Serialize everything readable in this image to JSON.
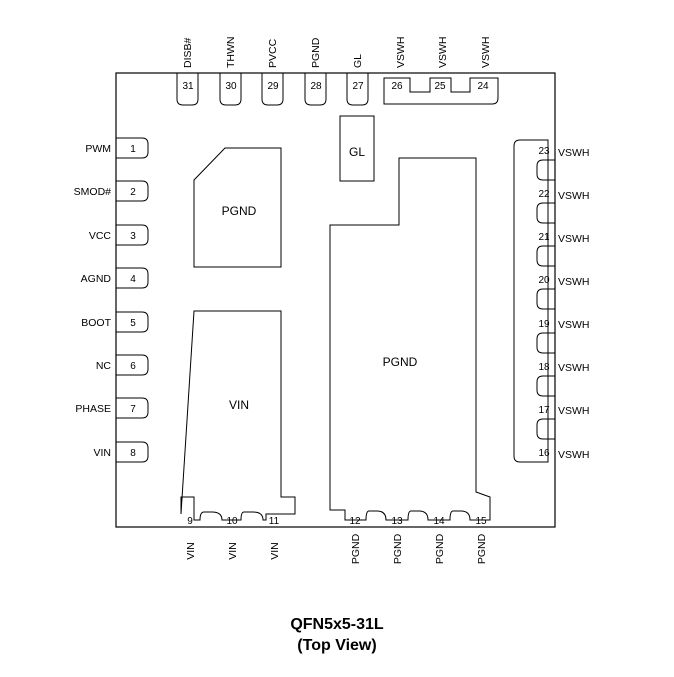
{
  "package": {
    "title": "QFN5x5-31L",
    "subtitle": "(Top View)"
  },
  "pins": [
    {
      "num": "1",
      "name": "PWM"
    },
    {
      "num": "2",
      "name": "SMOD#"
    },
    {
      "num": "3",
      "name": "VCC"
    },
    {
      "num": "4",
      "name": "AGND"
    },
    {
      "num": "5",
      "name": "BOOT"
    },
    {
      "num": "6",
      "name": "NC"
    },
    {
      "num": "7",
      "name": "PHASE"
    },
    {
      "num": "8",
      "name": "VIN"
    },
    {
      "num": "9",
      "name": "VIN"
    },
    {
      "num": "10",
      "name": "VIN"
    },
    {
      "num": "11",
      "name": "VIN"
    },
    {
      "num": "12",
      "name": "PGND"
    },
    {
      "num": "13",
      "name": "PGND"
    },
    {
      "num": "14",
      "name": "PGND"
    },
    {
      "num": "15",
      "name": "PGND"
    },
    {
      "num": "16",
      "name": "VSWH"
    },
    {
      "num": "17",
      "name": "VSWH"
    },
    {
      "num": "18",
      "name": "VSWH"
    },
    {
      "num": "19",
      "name": "VSWH"
    },
    {
      "num": "20",
      "name": "VSWH"
    },
    {
      "num": "21",
      "name": "VSWH"
    },
    {
      "num": "22",
      "name": "VSWH"
    },
    {
      "num": "23",
      "name": "VSWH"
    },
    {
      "num": "24",
      "name": "VSWH"
    },
    {
      "num": "25",
      "name": "VSWH"
    },
    {
      "num": "26",
      "name": "VSWH"
    },
    {
      "num": "27",
      "name": "GL"
    },
    {
      "num": "28",
      "name": "PGND"
    },
    {
      "num": "29",
      "name": "PVCC"
    },
    {
      "num": "30",
      "name": "THWN"
    },
    {
      "num": "31",
      "name": "DISB#"
    }
  ],
  "pads": {
    "pgnd_small": "PGND",
    "vin": "VIN",
    "gl": "GL",
    "pgnd_large": "PGND"
  }
}
